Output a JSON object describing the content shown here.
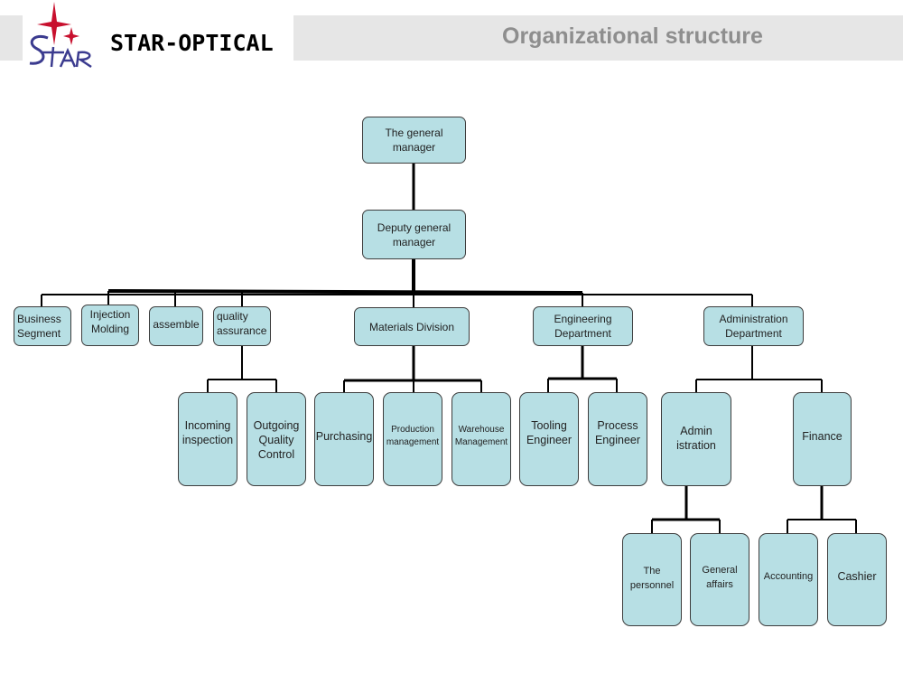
{
  "header": {
    "brand": "STAR-OPTICAL",
    "title": "Organizational structure"
  },
  "nodes": {
    "gm": "The general manager",
    "dgm": "Deputy general manager",
    "business": "Business Segment",
    "injection": "Injection Molding",
    "assemble": "assemble",
    "qa": "quality assurance",
    "materials": "Materials Division",
    "engineering": "Engineering Department",
    "admin_dept": "Administration Department",
    "incoming": "Incoming inspection",
    "outgoing": "Outgoing Quality Control",
    "purchasing": "Purchasing",
    "production": "Production management",
    "warehouse": "Warehouse Management",
    "tooling": "Tooling Engineer",
    "process": "Process Engineer",
    "administration": "Admin istration",
    "finance": "Finance",
    "personnel": "The personnel",
    "general_affairs": "General affairs",
    "accounting": "Accounting",
    "cashier": "Cashier"
  }
}
